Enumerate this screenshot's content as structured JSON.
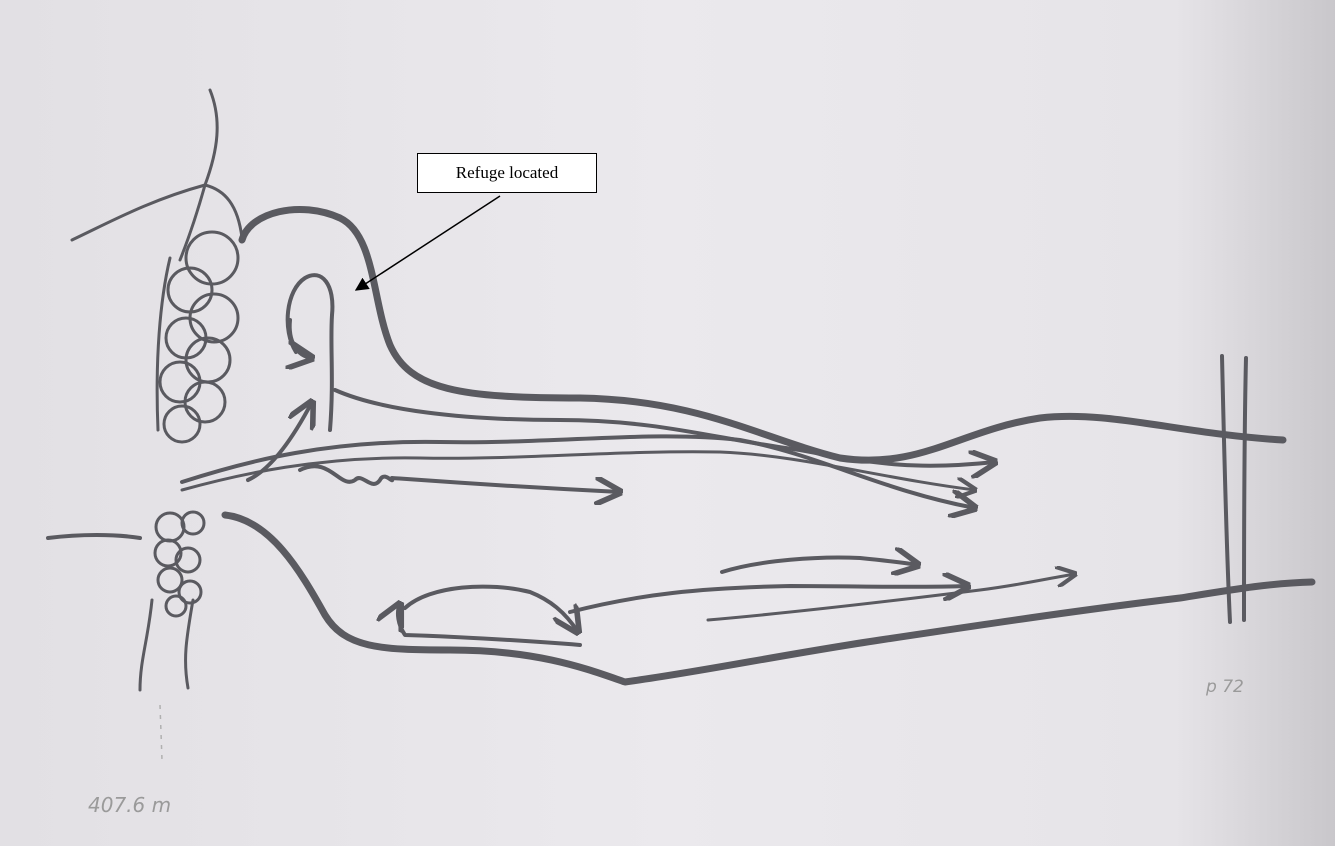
{
  "diagram": {
    "callout_label": "Refuge located",
    "depth_note": "407.6 m",
    "page_note": "p 72",
    "colors": {
      "paper": "#e9e7eb",
      "marker": "#5a5a60",
      "callout_border": "#000000",
      "callout_text": "#000000"
    }
  }
}
